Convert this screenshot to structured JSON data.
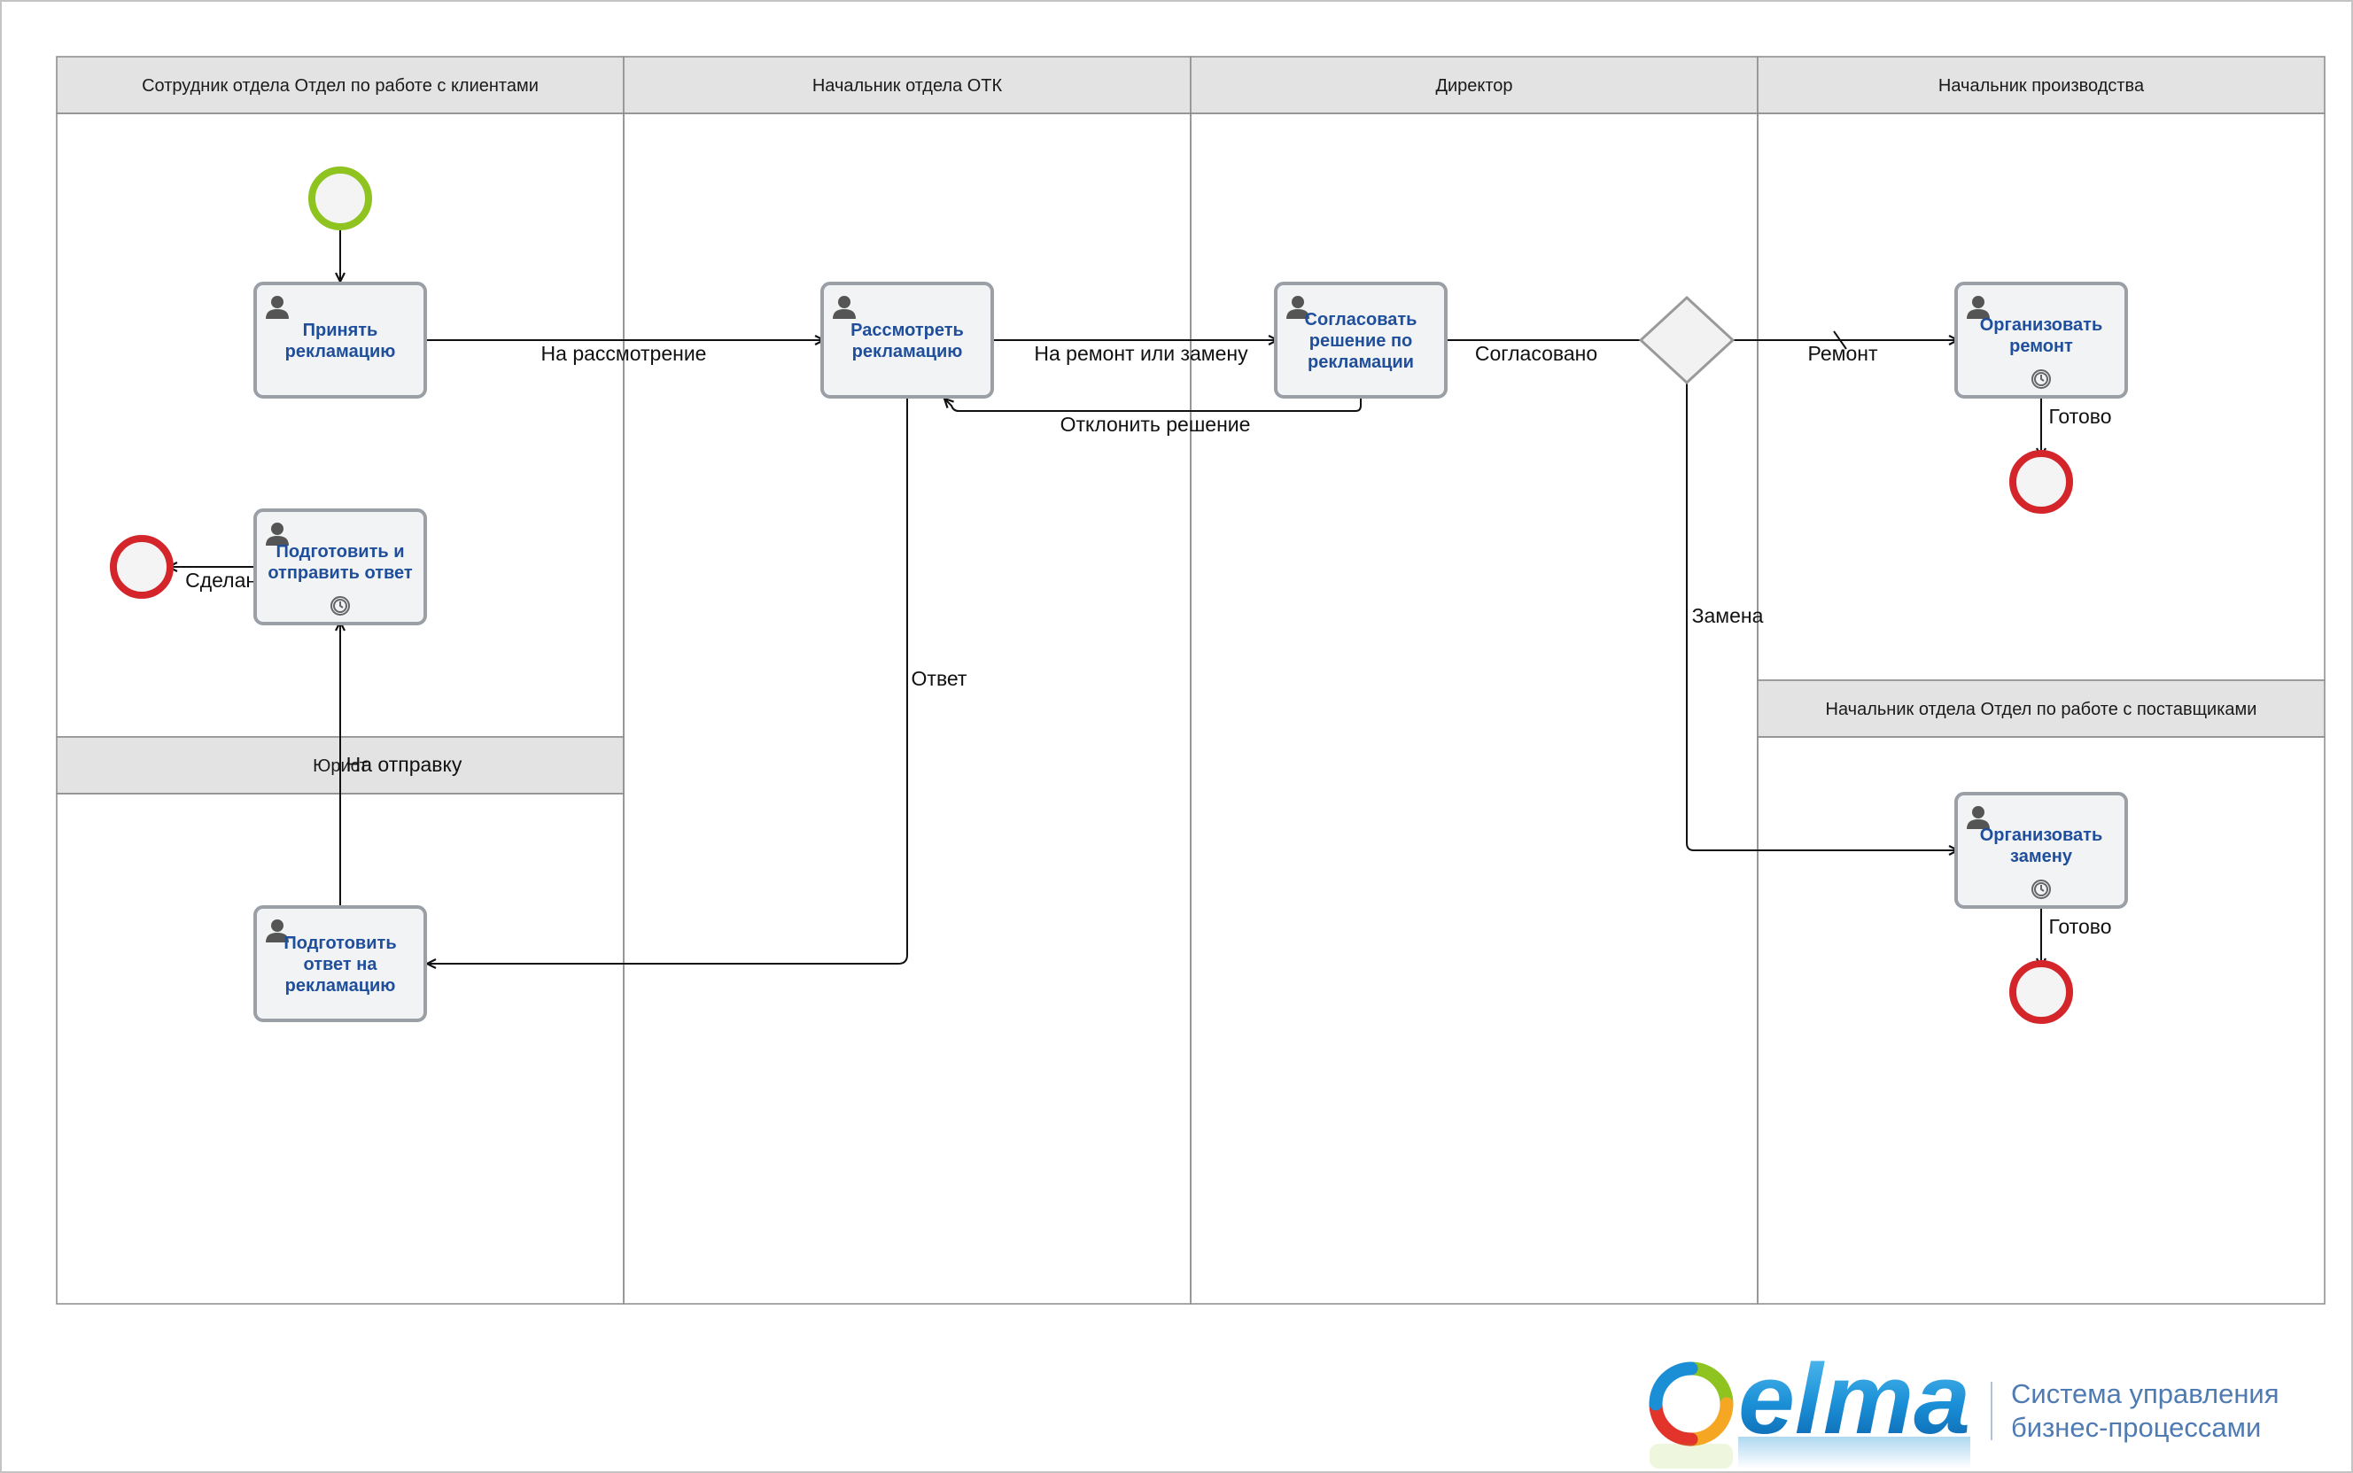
{
  "lanes": [
    {
      "id": "clients",
      "title": "Сотрудник отдела Отдел по работе с клиентами"
    },
    {
      "id": "otk",
      "title": "Начальник отдела ОТК"
    },
    {
      "id": "director",
      "title": "Директор"
    },
    {
      "id": "production",
      "title": "Начальник производства"
    },
    {
      "id": "lawyer",
      "title": "Юрист"
    },
    {
      "id": "suppliers",
      "title": "Начальник отдела Отдел по работе с поставщиками"
    }
  ],
  "tasks": [
    {
      "id": "accept",
      "lines": [
        "Принять",
        "рекламацию"
      ],
      "timer": false
    },
    {
      "id": "review",
      "lines": [
        "Рассмотреть",
        "рекламацию"
      ],
      "timer": false
    },
    {
      "id": "agree",
      "lines": [
        "Согласовать",
        "решение по",
        "рекламации"
      ],
      "timer": false
    },
    {
      "id": "repair",
      "lines": [
        "Организовать",
        "ремонт"
      ],
      "timer": true
    },
    {
      "id": "send",
      "lines": [
        "Подготовить и",
        "отправить ответ"
      ],
      "timer": true
    },
    {
      "id": "prepare",
      "lines": [
        "Подготовить",
        "ответ на",
        "рекламацию"
      ],
      "timer": false
    },
    {
      "id": "replace",
      "lines": [
        "Организовать",
        "замену"
      ],
      "timer": true
    }
  ],
  "flows": [
    {
      "id": "to-review",
      "label": "На рассмотрение"
    },
    {
      "id": "to-agree",
      "label": "На ремонт или замену"
    },
    {
      "id": "reject",
      "label": "Отклонить решение"
    },
    {
      "id": "agreed",
      "label": "Согласовано"
    },
    {
      "id": "repair",
      "label": "Ремонт"
    },
    {
      "id": "replace",
      "label": "Замена"
    },
    {
      "id": "done-repair",
      "label": "Готово"
    },
    {
      "id": "done-replace",
      "label": "Готово"
    },
    {
      "id": "answer",
      "label": "Ответ"
    },
    {
      "id": "to-send",
      "label": "На отправку"
    },
    {
      "id": "done",
      "label": "Сделано"
    }
  ],
  "brand": {
    "logo_text": "elma",
    "tagline_line1": "Система управления",
    "tagline_line2": "бизнес-процессами"
  },
  "colors": {
    "lane_header": "#e3e3e3",
    "lane_border": "#8a8a8a",
    "task_fill": "#f2f3f5",
    "task_border": "#9aa0a6",
    "task_text": "#1f4e9a",
    "start_event": "#8fc31f",
    "end_event": "#d4252b",
    "logo_blue": "#1a8fd6",
    "tagline": "#4f7bb3"
  },
  "icons": [
    "user-icon",
    "timer-icon",
    "elma-logo-icon"
  ]
}
